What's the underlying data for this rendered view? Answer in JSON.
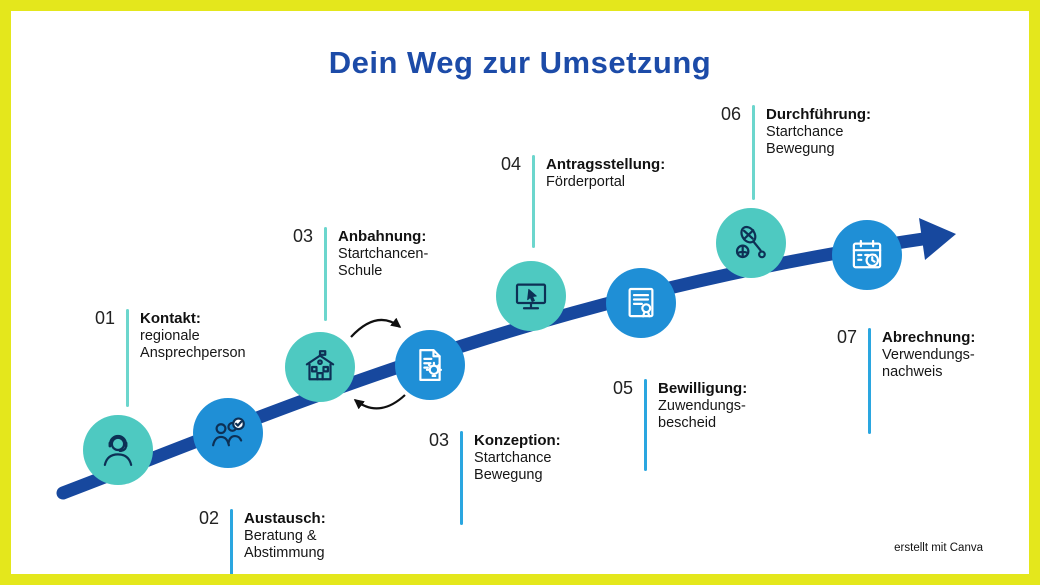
{
  "title": "Dein Weg zur Umsetzung",
  "footer": "erstellt mit Canva",
  "colors": {
    "border": "#e4e71c",
    "title": "#1c4ba8",
    "curve": "#17489e",
    "teal": "#4ec9c1",
    "blue": "#1f8fd6",
    "line_teal": "#6cd6cd",
    "line_blue": "#2aa6e0",
    "ink": "#0d3055"
  },
  "steps": [
    {
      "number": "01",
      "title": "Kontakt:",
      "body": "regionale\nAnsprechperson",
      "icon": "headset-person",
      "line_color": "teal"
    },
    {
      "number": "02",
      "title": "Austausch:",
      "body": "Beratung &\nAbstimmung",
      "icon": "people-check",
      "line_color": "blue"
    },
    {
      "number": "03",
      "title": "Anbahnung:",
      "body": "Startchancen-\nSchule",
      "icon": "school-building",
      "line_color": "teal"
    },
    {
      "number": "03",
      "title": "Konzeption:",
      "body": "Startchance\nBewegung",
      "icon": "document-idea",
      "line_color": "blue"
    },
    {
      "number": "04",
      "title": "Antragsstellung:",
      "body": "Förderportal",
      "icon": "monitor-cursor",
      "line_color": "teal"
    },
    {
      "number": "05",
      "title": "Bewilligung:",
      "body": "Zuwendungs-\nbescheid",
      "icon": "certificate-seal",
      "line_color": "blue"
    },
    {
      "number": "06",
      "title": "Durchführung:",
      "body": "Startchance\nBewegung",
      "icon": "sports-equipment",
      "line_color": "teal"
    },
    {
      "number": "07",
      "title": "Abrechnung:",
      "body": "Verwendungs-\nnachweis",
      "icon": "calendar-clock",
      "line_color": "blue"
    }
  ]
}
